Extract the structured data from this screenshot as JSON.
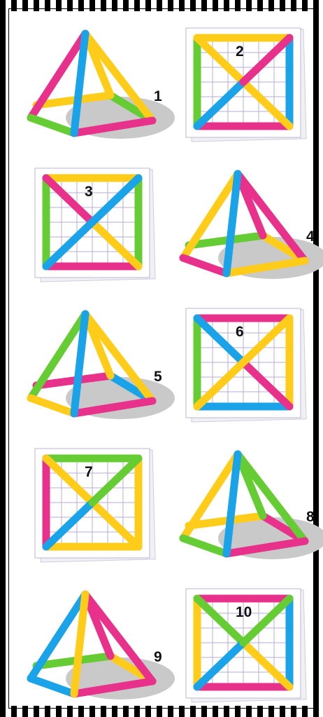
{
  "palette": {
    "magenta": "#e8318a",
    "yellow": "#ffcc1a",
    "green": "#66cc33",
    "blue": "#1aa3e8",
    "shadow": "#c9c9c9",
    "grid": "#b9acd6",
    "frame": "#000000"
  },
  "puzzle_items": [
    {
      "label": "1",
      "kind": "pyramid-side",
      "edges": {
        "back_left": "magenta",
        "back_right": "yellow",
        "front_left": "green",
        "front_right": "magenta",
        "front_center": "blue",
        "base_back": "yellow",
        "base_right": "green"
      }
    },
    {
      "label": "2",
      "kind": "top-view",
      "edges": {
        "top": "yellow",
        "bottom": "magenta",
        "left": "green",
        "right": "blue",
        "diag_down": "yellow",
        "diag_up": "blue",
        "diag_up_upper": "magenta"
      }
    },
    {
      "label": "3",
      "kind": "top-view",
      "edges": {
        "top": "yellow",
        "bottom": "magenta",
        "left": "green",
        "right": "green",
        "diag_down": "magenta",
        "diag_down_lower": "yellow",
        "diag_up": "blue"
      }
    },
    {
      "label": "4",
      "kind": "pyramid-side",
      "edges": {
        "back_left": "yellow",
        "back_right": "magenta",
        "front_left": "magenta",
        "front_right": "yellow",
        "front_center": "blue",
        "base_back": "green",
        "base_right": "yellow"
      }
    },
    {
      "label": "5",
      "kind": "pyramid-side",
      "edges": {
        "back_left": "green",
        "back_right": "yellow",
        "front_left": "yellow",
        "front_right": "magenta",
        "front_center": "blue",
        "base_back": "magenta",
        "base_right": "blue"
      }
    },
    {
      "label": "6",
      "kind": "top-view",
      "edges": {
        "top": "magenta",
        "bottom": "blue",
        "left": "green",
        "right": "yellow",
        "diag_down": "blue",
        "diag_down_lower": "magenta",
        "diag_up": "yellow"
      }
    },
    {
      "label": "7",
      "kind": "top-view",
      "edges": {
        "top": "green",
        "bottom": "yellow",
        "left": "magenta",
        "right": "yellow",
        "diag_down": "yellow",
        "diag_up": "blue",
        "diag_up_upper": "green"
      }
    },
    {
      "label": "8",
      "kind": "pyramid-side",
      "edges": {
        "back_left": "yellow",
        "back_right": "green",
        "front_left": "green",
        "front_right": "magenta",
        "front_center": "blue",
        "base_back": "yellow",
        "base_right": "magenta"
      }
    },
    {
      "label": "9",
      "kind": "pyramid-side",
      "edges": {
        "back_left": "blue",
        "back_right": "magenta",
        "front_left": "blue",
        "front_right": "magenta",
        "front_center": "yellow",
        "base_back": "green",
        "base_right": "yellow"
      }
    },
    {
      "label": "10",
      "kind": "top-view",
      "edges": {
        "top": "magenta",
        "bottom": "magenta",
        "left": "yellow",
        "right": "blue",
        "diag_down": "green",
        "diag_down_lower": "yellow",
        "diag_up": "green",
        "diag_up_lower": "blue"
      }
    }
  ]
}
